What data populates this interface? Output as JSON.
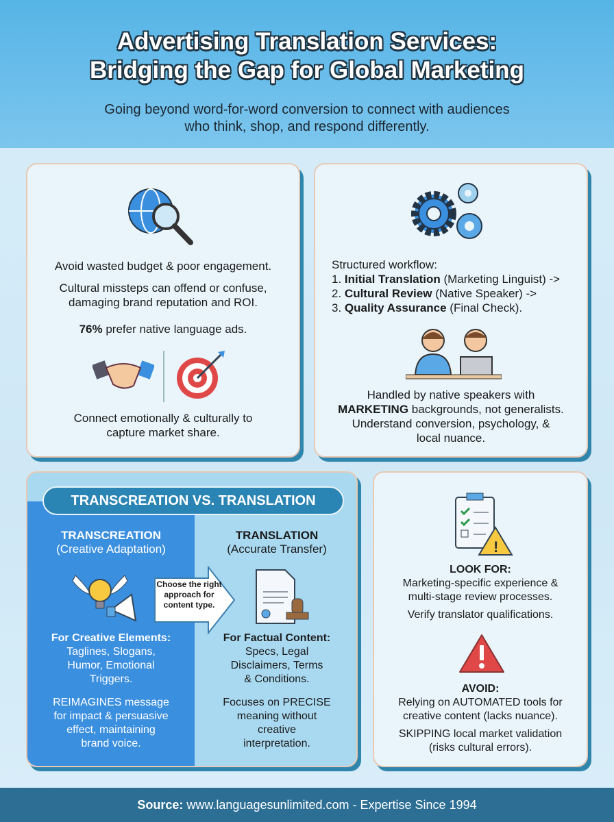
{
  "header": {
    "title_line1": "Advertising Translation Services:",
    "title_line2": "Bridging the Gap for Global Marketing",
    "subtitle_line1": "Going beyond word-for-word conversion to connect with audiences",
    "subtitle_line2": "who think, shop, and respond differently."
  },
  "card_budget": {
    "icon": "globe-magnifier-icon",
    "heading": "Avoid wasted budget & poor engagement.",
    "body_line1": "Cultural missteps can offend or confuse,",
    "body_line2": "damaging brand reputation and ROI.",
    "stat_value": "76%",
    "stat_text": " prefer native language ads.",
    "icons": [
      "handshake-icon",
      "target-icon"
    ],
    "footer_line1": "Connect emotionally & culturally to",
    "footer_line2": "capture market share."
  },
  "card_workflow": {
    "icon": "gears-icon",
    "intro": "Structured workflow:",
    "steps": [
      {
        "num": "1.",
        "bold": "Initial Translation",
        "rest": " (Marketing Linguist) ->"
      },
      {
        "num": "2.",
        "bold": "Cultural Review",
        "rest": " (Native Speaker) ->"
      },
      {
        "num": "3.",
        "bold": "Quality Assurance",
        "rest": " (Final Check)."
      }
    ],
    "people_icon": "translators-headset-icon",
    "line1": "Handled by native speakers with",
    "line2_bold": "MARKETING",
    "line2_rest": " backgrounds, not generalists.",
    "line3": "Understand conversion, psychology, &",
    "line4": "local nuance."
  },
  "card_compare": {
    "banner": "TRANSCREATION VS. TRANSLATION",
    "left": {
      "title": "TRANSCREATION",
      "subtitle": "(Creative Adaptation)",
      "icon": "winged-lightbulb-megaphone-icon",
      "for_label": "For Creative Elements:",
      "for_lines": [
        "Taglines, Slogans,",
        "Humor, Emotional",
        "Triggers."
      ],
      "desc_lines": [
        "REIMAGINES message",
        "for impact & persuasive",
        "effect, maintaining",
        "brand voice."
      ],
      "color": "#3b8fdf"
    },
    "arrow_lines": [
      "Choose the right",
      "approach for",
      "content type."
    ],
    "right": {
      "title": "TRANSLATION",
      "subtitle": "(Accurate Transfer)",
      "icon": "legal-document-stamp-icon",
      "for_label": "For Factual Content:",
      "for_lines": [
        "Specs, Legal",
        "Disclaimers, Terms",
        "& Conditions."
      ],
      "desc_lines": [
        "Focuses on PRECISE",
        "meaning without",
        "creative",
        "interpretation."
      ],
      "color": "#a9d9f0"
    }
  },
  "card_tips": {
    "icon": "checklist-warning-icon",
    "look_title": "LOOK FOR:",
    "look_lines": [
      "Marketing-specific experience &",
      "multi-stage review processes."
    ],
    "verify": "Verify translator qualifications.",
    "avoid_icon": "warning-triangle-icon",
    "avoid_title": "AVOID:",
    "avoid_lines": [
      "Relying on AUTOMATED tools for",
      "creative content (lacks nuance)."
    ],
    "skip_lines": [
      "SKIPPING local market validation",
      "(risks cultural errors)."
    ]
  },
  "footer": {
    "label": "Source:",
    "text": " www.languagesunlimited.com - Expertise Since 1994"
  }
}
